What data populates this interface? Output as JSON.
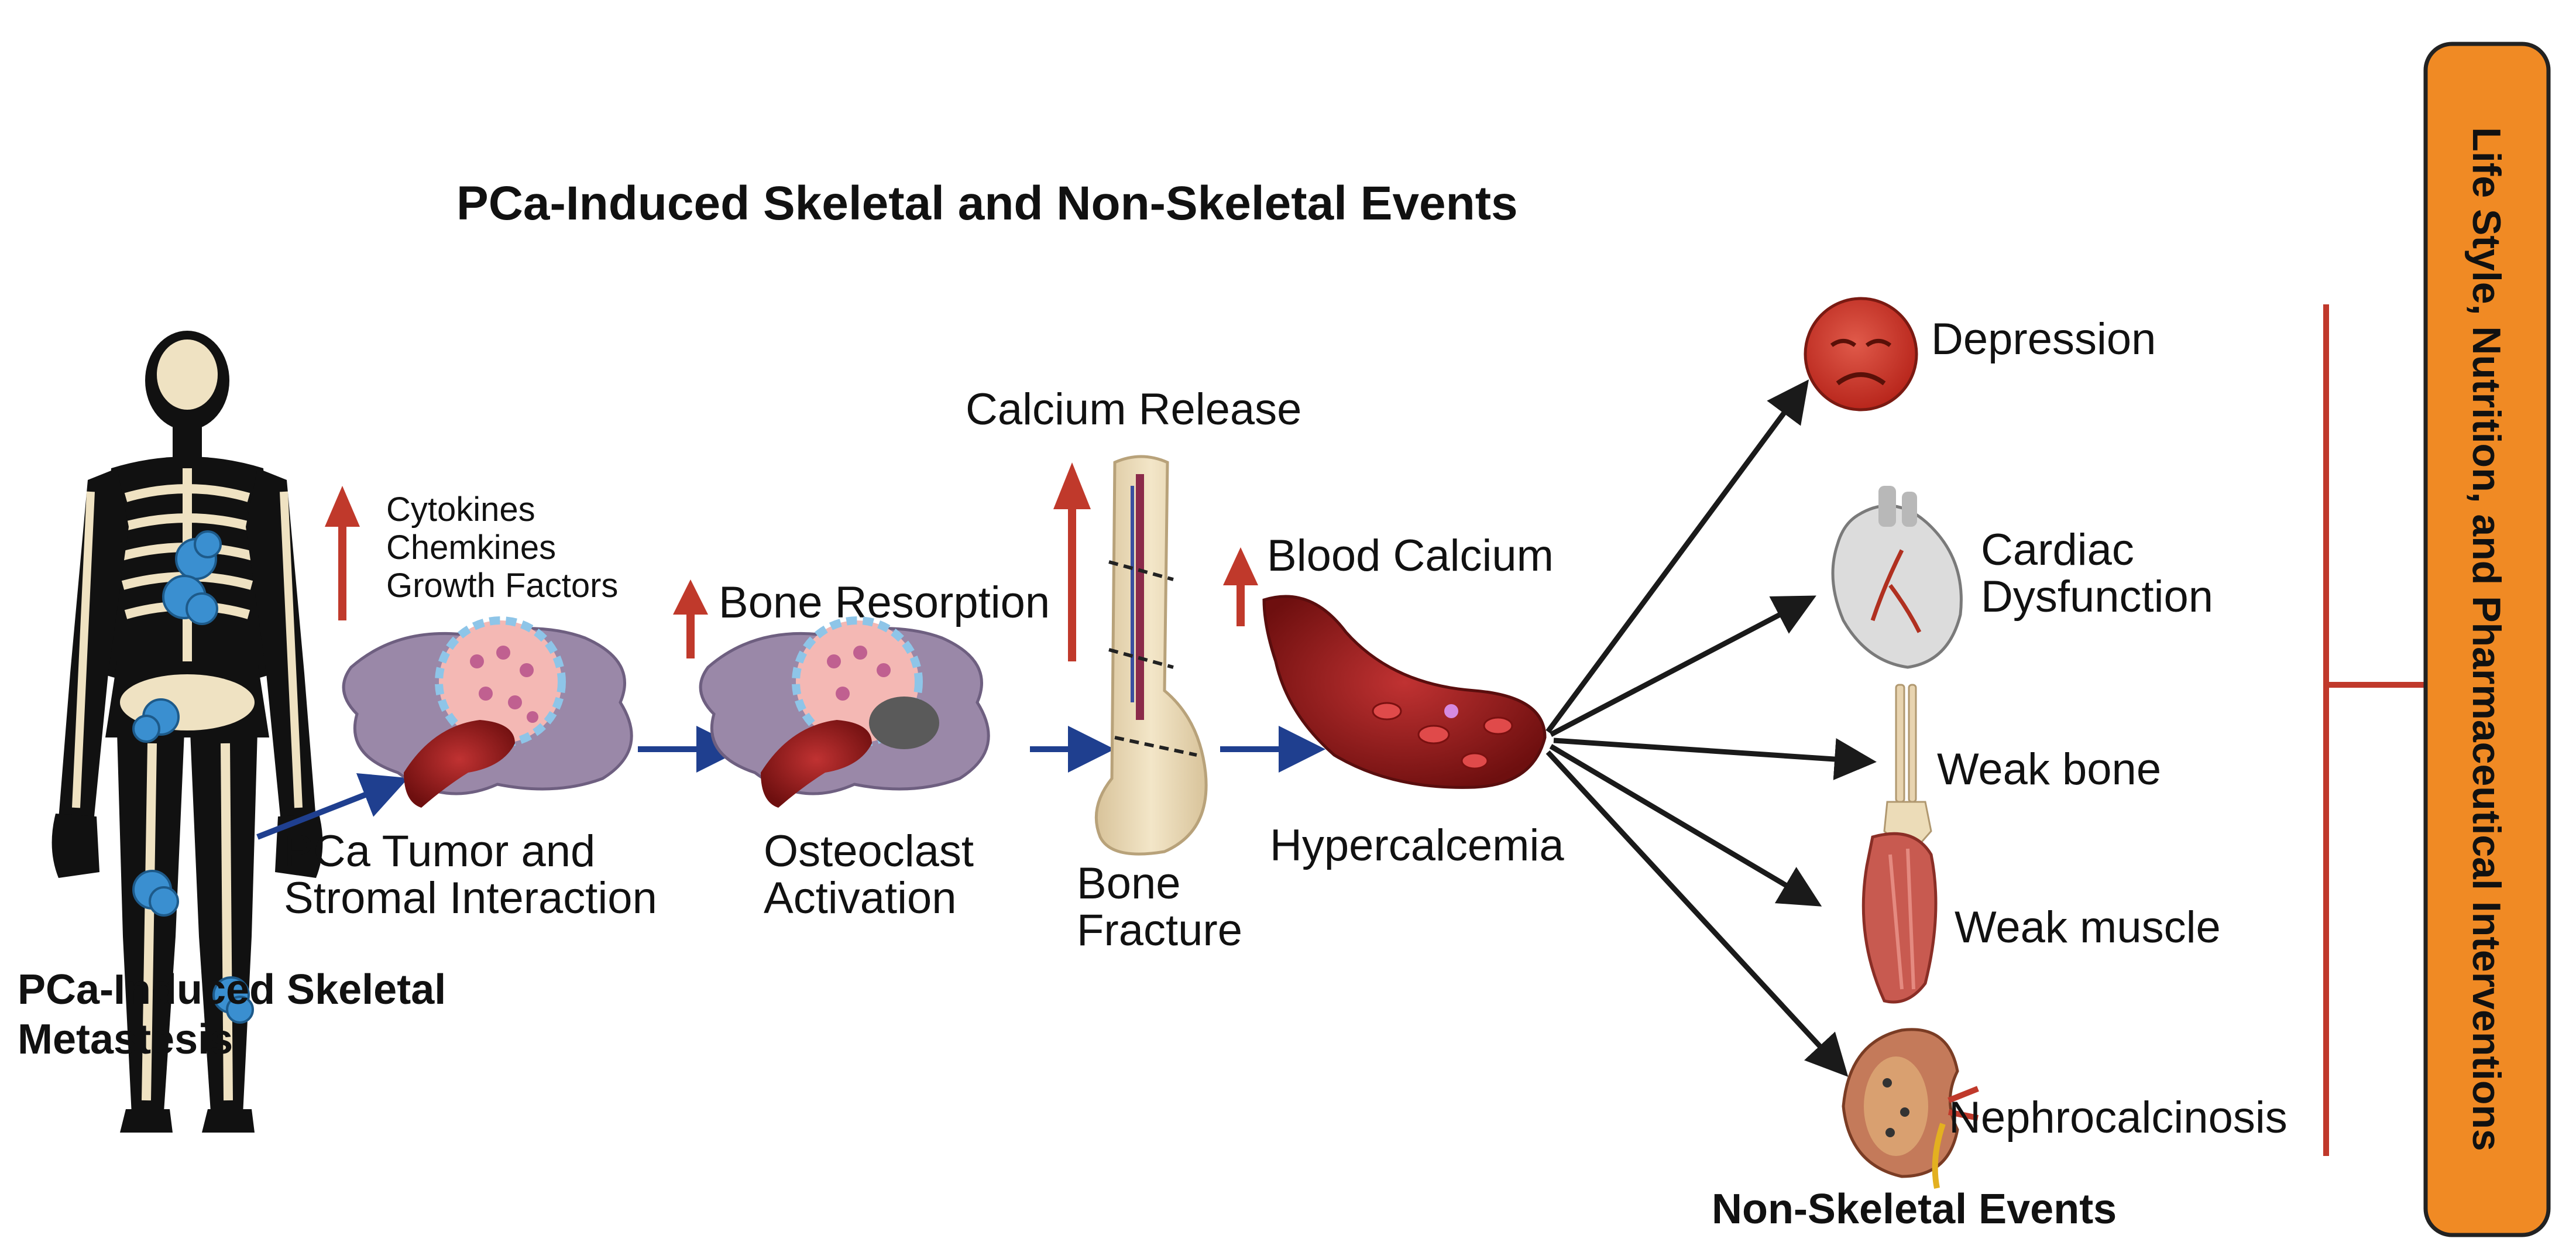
{
  "title": "PCa-Induced Skeletal and Non-Skeletal Events",
  "skeleton": {
    "caption_line1": "PCa-Induced Skeletal",
    "caption_line2": "Metastesis"
  },
  "stages": {
    "tumor_interaction": {
      "upregulated_1": "Cytokines",
      "upregulated_2": "Chemkines",
      "upregulated_3": "Growth Factors",
      "caption_line1": "PCa Tumor and",
      "caption_line2": "Stromal Interaction"
    },
    "osteoclast": {
      "upregulated": "Bone Resorption",
      "caption_line1": "Osteoclast",
      "caption_line2": "Activation"
    },
    "fracture": {
      "upregulated": "Calcium Release",
      "caption_line1": "Bone",
      "caption_line2": "Fracture"
    },
    "hypercalcemia": {
      "upregulated": "Blood Calcium",
      "caption": "Hypercalcemia"
    }
  },
  "outcomes": {
    "depression": "Depression",
    "cardiac_line1": "Cardiac",
    "cardiac_line2": "Dysfunction",
    "weak_bone": "Weak bone",
    "weak_muscle": "Weak muscle",
    "nephrocalcinosis": "Nephrocalcinosis",
    "group_caption": "Non-Skeletal Events"
  },
  "interventions": "Life Style, Nutrition, and Pharmaceutical Interventions",
  "colors": {
    "up_arrow": "#c0392b",
    "flow_arrow": "#1f3f8f",
    "outcome_arrow": "#1a1a1a",
    "bracket": "#c0392b",
    "intervention_box": "#f08a24",
    "blood_vessel": "#8b1a1a",
    "stroma": "#9a88a8",
    "bone": "#ecdcb8"
  }
}
